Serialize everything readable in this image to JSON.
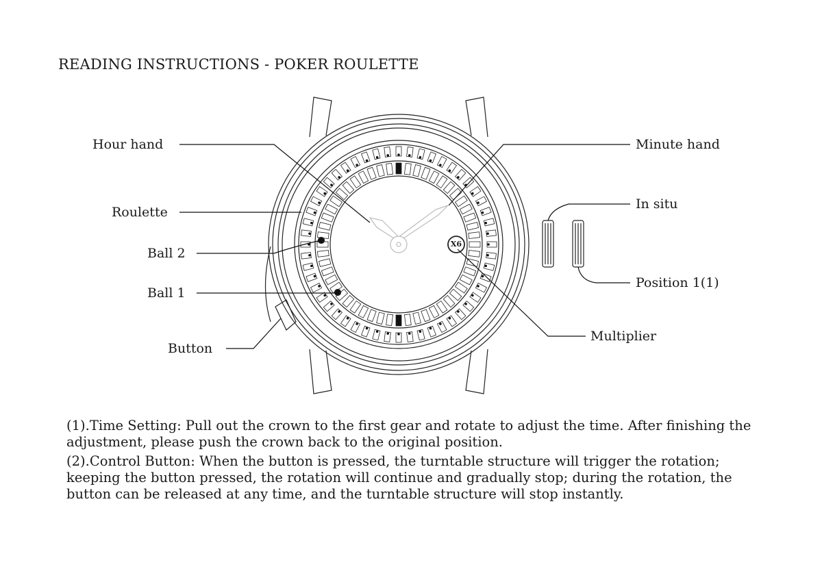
{
  "title": "READING INSTRUCTIONS - POKER ROULETTE",
  "labels": {
    "hour_hand": "Hour hand",
    "minute_hand": "Minute hand",
    "roulette": "Roulette",
    "in_situ": "In situ",
    "ball_2": "Ball 2",
    "ball_1": "Ball 1",
    "position": "Position 1(1)",
    "button": "Button",
    "multiplier": "Multiplier"
  },
  "multiplier_value": "X6",
  "instructions": [
    "(1).Time Setting: Pull out the crown to the first gear and rotate to adjust the time. After finishing the adjustment, please push the crown back to the original position.",
    "(2).Control Button: When the button is pressed, the turntable structure will trigger the rotation; keeping the button pressed, the rotation will continue and gradually stop; during the rotation, the button can be released at any time, and the turntable structure will stop instantly."
  ]
}
